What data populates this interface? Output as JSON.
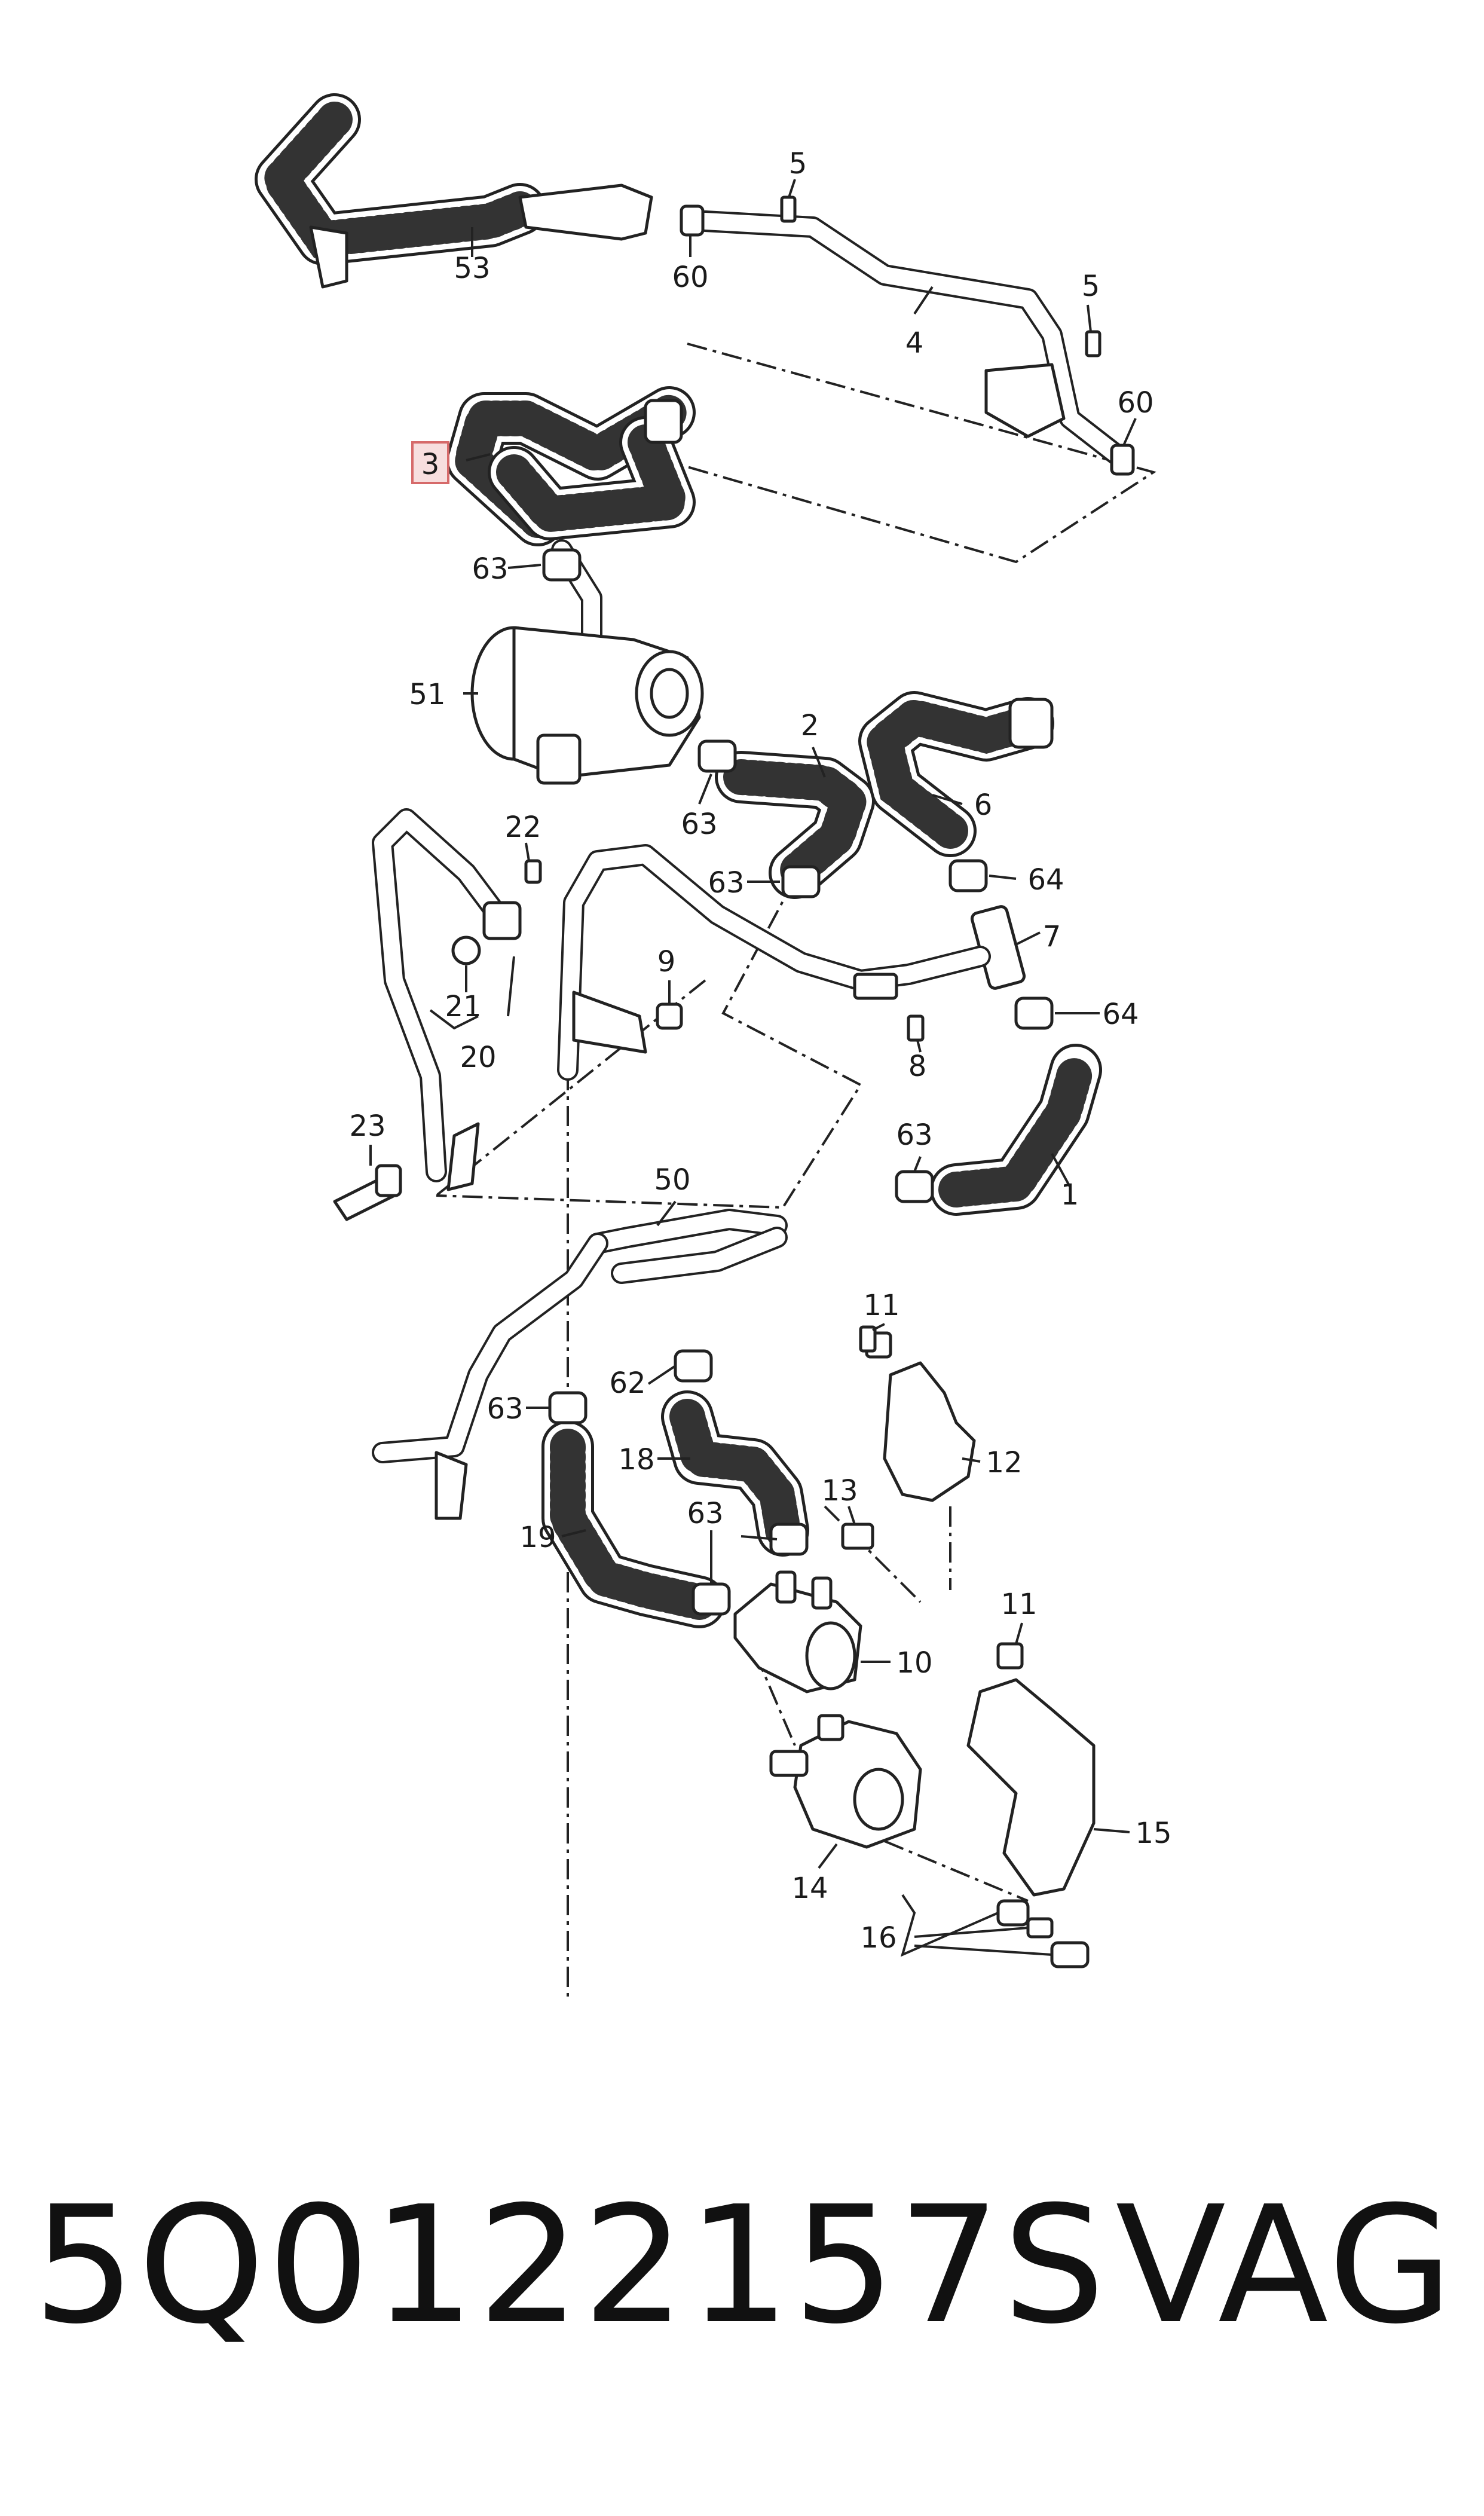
{
  "labels": {
    "l53": "53",
    "l60a": "60",
    "l5a": "5",
    "l4": "4",
    "l5b": "5",
    "l60b": "60",
    "l3": "3",
    "l63a": "63",
    "l51": "51",
    "l2": "2",
    "l63b": "63",
    "l63c": "63",
    "l6": "6",
    "l64a": "64",
    "l7": "7",
    "l64b": "64",
    "l22": "22",
    "l21": "21",
    "l20": "20",
    "l9": "9",
    "l8": "8",
    "l23": "23",
    "l63d": "63",
    "l1": "1",
    "l50": "50",
    "l11a": "11",
    "l62": "62",
    "l63e": "63",
    "l18": "18",
    "l12": "12",
    "l13": "13",
    "l19": "19",
    "l63f": "63",
    "l10": "10",
    "l11b": "11",
    "l15": "15",
    "l14": "14",
    "l16": "16"
  },
  "highlighted_part": "3",
  "highlight_color": "#f7dede",
  "highlight_border": "#d66a6a",
  "footer": {
    "part_number": "5Q0122157S",
    "brand": "VAG"
  }
}
